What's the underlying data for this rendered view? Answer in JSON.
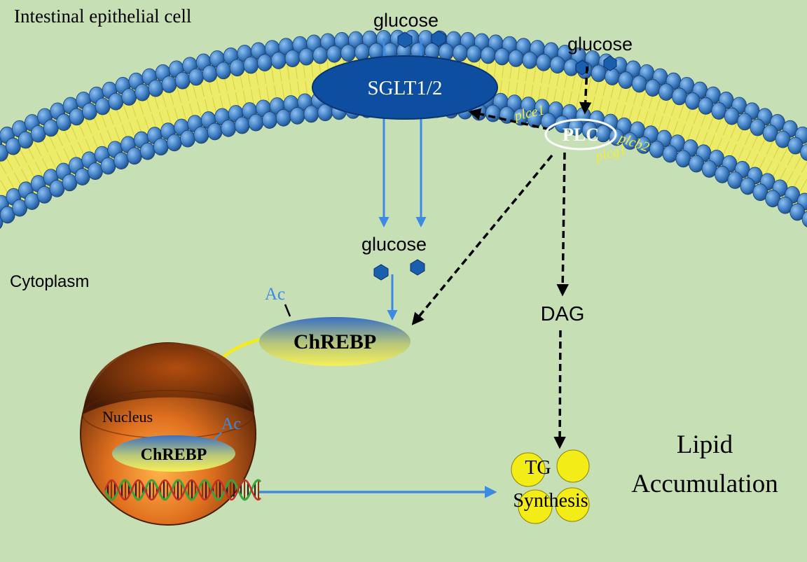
{
  "labels": {
    "cell": "Intestinal epithelial cell",
    "cytoplasm": "Cytoplasm",
    "glucose_top": "glucose",
    "glucose_right": "glucose",
    "glucose_inside": "glucose",
    "sglt": "SGLT1/2",
    "plc": "PLC",
    "plce1": "plce1",
    "plcb2": "plcb2",
    "plcg1": "plcg1",
    "dag": "DAG",
    "chrebp": "ChREBP",
    "chrebp_nucleus": "ChREBP",
    "ac": "Ac",
    "ac_nucleus": "Ac",
    "nucleus": "Nucleus",
    "tg": "TG",
    "synthesis": "Synthesis",
    "lipid": "Lipid",
    "accumulation": "Accumulation"
  },
  "colors": {
    "background": "#c6dfb5",
    "membrane_head": "#3f7fc4",
    "membrane_tail": "#ecec6a",
    "transporter": "#0d4ea0",
    "glucose": "#1a5fae",
    "arrow_blue": "#3d8ae6",
    "arrow_black": "#000000",
    "chrebp_top": "#3f79c9",
    "chrebp_bottom": "#f4ef56",
    "plc_italic": "#f2ee3a",
    "nucleus": "#d8661c",
    "lipid_droplet": "#f3ec17"
  }
}
